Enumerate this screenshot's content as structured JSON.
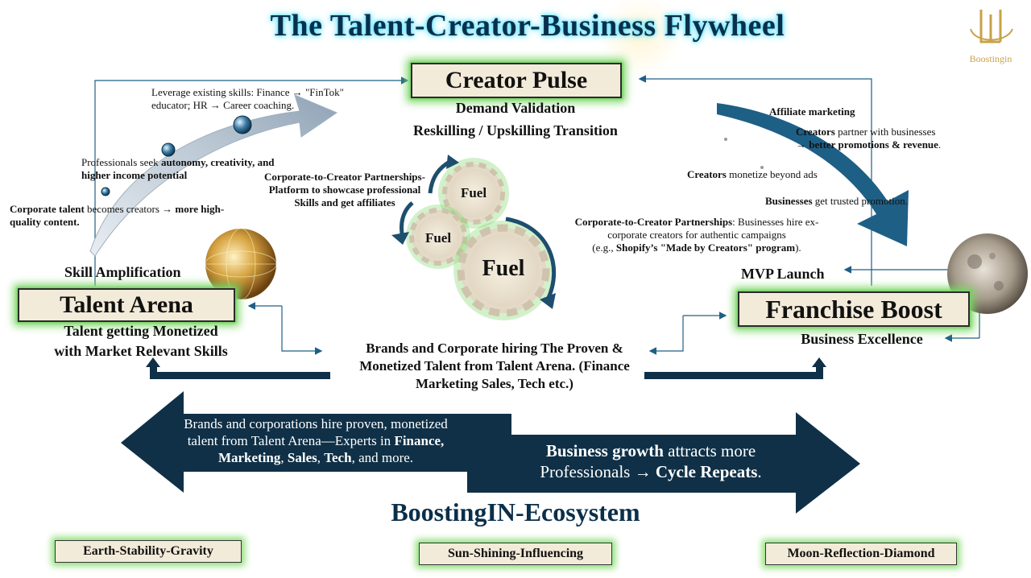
{
  "title": "The Talent-Creator-Business Flywheel",
  "logo": {
    "text": "Boostingin",
    "color": "#c9a246"
  },
  "colors": {
    "navy": "#0f3047",
    "steel": "#1e5f86",
    "cream": "#f3ebd9",
    "glow": "#7fd86a"
  },
  "creator_pulse": {
    "label": "Creator Pulse",
    "sub1": "Demand Validation",
    "sub2": "Reskilling / Upskilling Transition"
  },
  "talent_arena": {
    "label": "Talent Arena",
    "sub1": "Talent getting Monetized",
    "sub2": "with Market Relevant Skills",
    "above": "Skill Amplification"
  },
  "franchise_boost": {
    "label": "Franchise Boost",
    "sub": "Business Excellence",
    "above": "MVP Launch"
  },
  "left_notes": {
    "leverage_1": "Leverage existing skills: Finance → \"FinTok\"",
    "leverage_2": "educator; HR → Career coaching.",
    "prof_1a": "Professionals seek ",
    "prof_1b": "autonomy, creativity, and",
    "prof_2": "higher income potential",
    "corp_1a": "Corporate talent",
    "corp_1b": " becomes creators → ",
    "corp_1c": "more high-",
    "corp_2": "quality content."
  },
  "center_notes": {
    "partner_1": "Corporate-to-Creator Partnerships-",
    "partner_2": "Platform to showcase professional",
    "partner_3": "Skills and get affiliates"
  },
  "gears": {
    "g1": "Fuel",
    "g2": "Fuel",
    "g3": "Fuel"
  },
  "right_notes": {
    "affiliate": "Affiliate marketing",
    "creators_1a": "Creators",
    "creators_1b": " partner with businesses",
    "creators_2": "→ better promotions & revenue",
    "monetize_a": "Creators",
    "monetize_b": " monetize beyond ads",
    "businesses_a": "Businesses",
    "businesses_b": " get trusted promotion.",
    "c2c_1a": "Corporate-to-Creator Partnerships",
    "c2c_1b": ": Businesses hire ex-",
    "c2c_2": "corporate creators for authentic campaigns",
    "c2c_3a": "(e.g., ",
    "c2c_3b": "Shopify’s \"Made by Creators\" program",
    "c2c_3c": ")."
  },
  "brands_hiring": {
    "line1": "Brands and Corporate hiring The Proven &",
    "line2": "Monetized Talent from Talent Arena. (Finance",
    "line3": "Marketing Sales, Tech etc.)"
  },
  "arrow_left": {
    "line1": "Brands and corporations hire proven, monetized",
    "line2a": "talent from Talent Arena—Experts in ",
    "line2b": "Finance,",
    "line3a": "Marketing",
    "line3b": ", ",
    "line3c": "Sales",
    "line3d": ", ",
    "line3e": "Tech",
    "line3f": ", and more."
  },
  "arrow_right": {
    "line1a": "Business growth",
    "line1b": " attracts more",
    "line2a": "Professionals → ",
    "line2b": "Cycle Repeats",
    "line2c": "."
  },
  "ecosystem": "BoostingIN-Ecosystem",
  "footer": {
    "earth": "Earth-Stability-Gravity",
    "sun": "Sun-Shining-Influencing",
    "moon": "Moon-Reflection-Diamond"
  }
}
